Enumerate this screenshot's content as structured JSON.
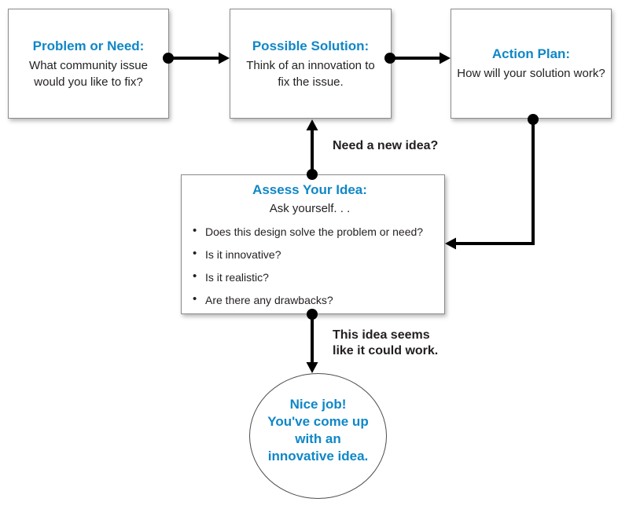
{
  "boxes": {
    "problem": {
      "title": "Problem or Need:",
      "body": "What community issue would you like to fix?"
    },
    "solution": {
      "title": "Possible Solution:",
      "body": "Think of an innovation to fix the issue."
    },
    "action": {
      "title": "Action Plan:",
      "body": "How will your solution work?"
    },
    "assess": {
      "title": "Assess Your Idea:",
      "subtitle": "Ask yourself. . .",
      "bullets": [
        "Does this design solve the problem or need?",
        "Is it innovative?",
        "Is it realistic?",
        "Are there any drawbacks?"
      ]
    }
  },
  "edge_labels": {
    "need_new_idea": "Need a new idea?",
    "could_work": [
      "This idea seems",
      "like it could work."
    ]
  },
  "terminal": {
    "lines": [
      "Nice job!",
      "You've come up",
      "with an",
      "innovative idea."
    ]
  },
  "colors": {
    "accent_blue": "#0f87c7",
    "text_black": "#231f20",
    "box_border": "#8a8a8a",
    "arrow_black": "#000000"
  }
}
